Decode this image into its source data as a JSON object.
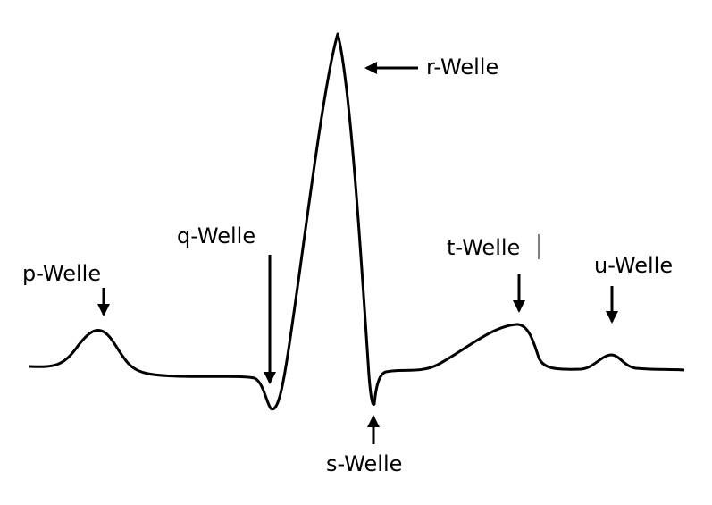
{
  "diagram": {
    "labels": {
      "p": "p-Welle",
      "q": "q-Welle",
      "r": "r-Welle",
      "s": "s-Welle",
      "t": "t-Welle",
      "u": "u-Welle"
    },
    "colors": {
      "stroke": "#000000",
      "background": "#ffffff"
    }
  }
}
